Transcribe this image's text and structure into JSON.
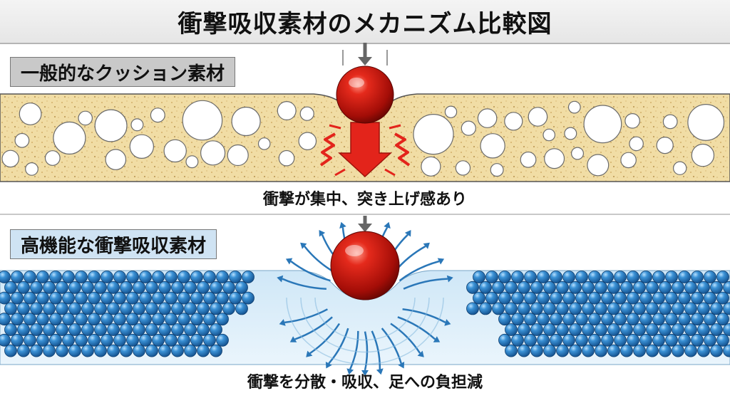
{
  "title": "衝撃吸収素材のメカニズム比較図",
  "section1": {
    "label": "一般的なクッション素材",
    "caption": "衝撃が集中、突き上げ感あり"
  },
  "section2": {
    "label": "高機能な衝撃吸収素材",
    "caption": "衝撃を分散・吸収、足への負担減"
  },
  "colors": {
    "foam": "#f1dda5",
    "foam_speck": "#c9a25a",
    "ball": "#d61a12",
    "impact": "#e3241b",
    "bead": "#2f86c9",
    "gel": "#d7ecf8",
    "dispersion_arrow": "#2a77b8"
  }
}
